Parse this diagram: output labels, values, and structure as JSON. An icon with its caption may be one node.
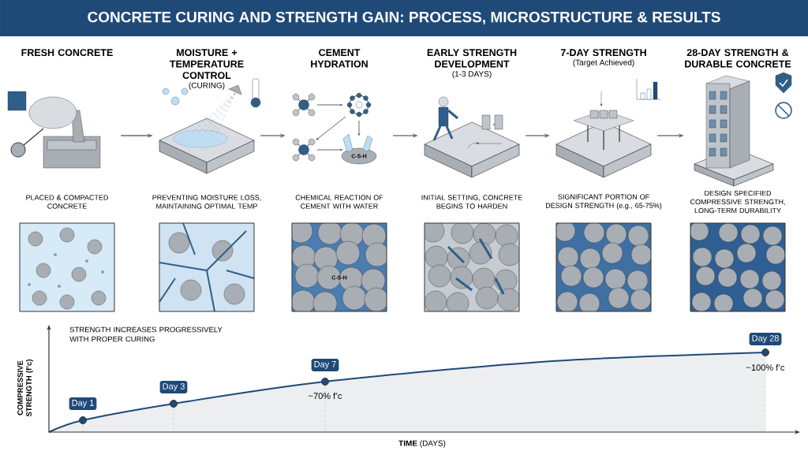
{
  "diagram": {
    "title": "CONCRETE CURING AND STRENGTH GAIN: PROCESS, MICROSTRUCTURE & RESULTS",
    "nodes": [
      {
        "text": [
          "FRESH CONCRETE",
          "PLACED & COMPACTED CONCRETE"
        ]
      },
      {
        "text": [
          "MOISTURE + TEMPERATURE CONTROL",
          "(CURING)",
          "PREVENTING MOISTURE LOSS, MAINTAINING OPTIMAL TEMP"
        ]
      },
      {
        "text": [
          "CEMENT HYDRATION",
          "CHEMICAL REACTION OF CEMENT WITH WATER"
        ]
      },
      {
        "text": [
          "EARLY STRENGTH DEVELOPMENT",
          "(1-3 DAYS)",
          "INITIAL SETTING, CONCRETE BEGINS TO HARDEN"
        ]
      },
      {
        "text": [
          "7-DAY STRENGTH",
          "(Target Achieved)",
          "SIGNIFICANT PORTION OF DESIGN STRENGTH (e.g., 65-75%)"
        ]
      },
      {
        "text": [
          "28-DAY STRENGTH & DURABLE CONCRETE",
          "DESIGN SPECIFIED COMPRESSIVE STRENGTH, LONG-TERM DURABILITY"
        ]
      }
    ],
    "edges": [
      {
        "from": 0,
        "to": 1,
        "arrow": "to"
      },
      {
        "from": 1,
        "to": 2,
        "arrow": "to"
      },
      {
        "from": 2,
        "to": 3,
        "arrow": "to"
      },
      {
        "from": 3,
        "to": 4,
        "arrow": "to"
      },
      {
        "from": 4,
        "to": 5,
        "arrow": "to"
      }
    ],
    "labels": [
      "C-S-H",
      "C-S-H",
      "STRENGTH INCREASES PROGRESSIVELY WITH PROPER CURING",
      "Day 28",
      "Day 7",
      "~100% f’c",
      "Day 3",
      "~70% f’c",
      "Day 1",
      "COMPRESSIVE STRENGTH (f’c)",
      "**TIME** (DAYS)"
    ]
  }
}
